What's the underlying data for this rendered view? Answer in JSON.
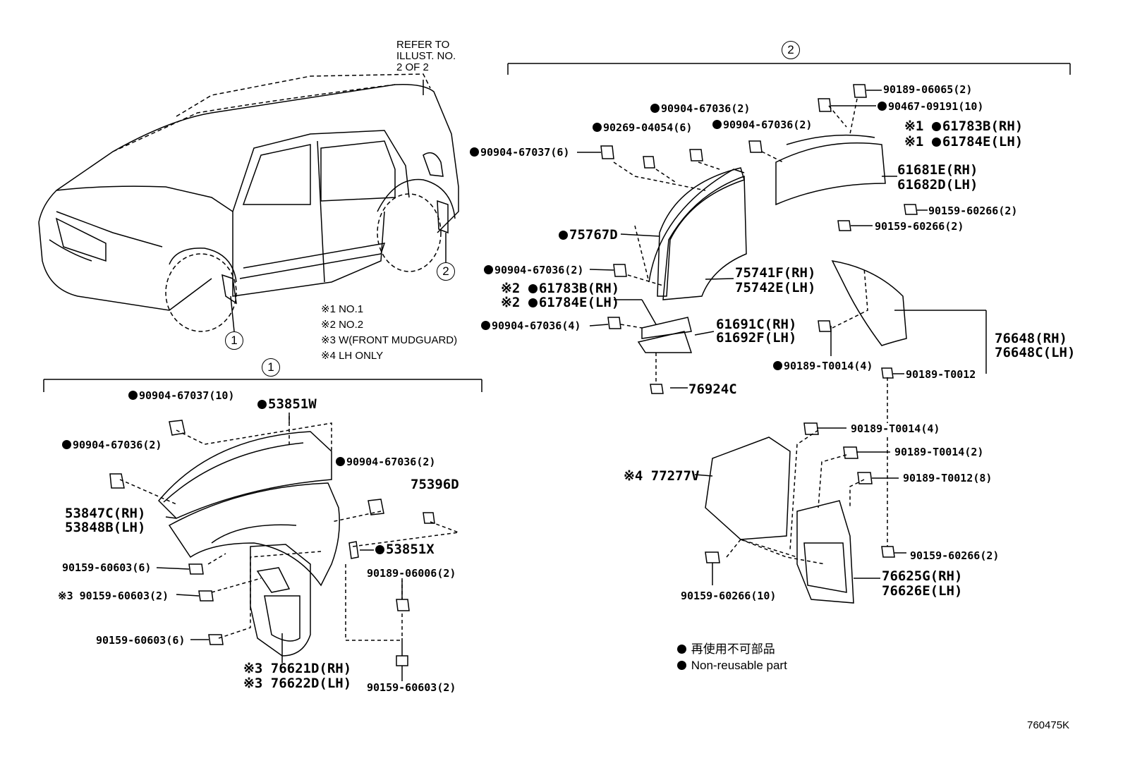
{
  "diagram": {
    "callouts": {
      "one": "1",
      "two": "2"
    },
    "refer_to": "REFER TO\nILLUST. NO.\n2 OF 2",
    "notes": [
      "※1 NO.1",
      "※2 NO.2",
      "※3 W(FRONT MUDGUARD)",
      "※4 LH ONLY"
    ],
    "legend": {
      "ja": "再使用不可部品",
      "en": "Non-reusable part"
    },
    "image_code": "760475K",
    "group1_parts": {
      "p1": "90904-67037(10)",
      "p2": "53851W",
      "p3": "90904-67036(2)",
      "p4": "90904-67036(2)",
      "p5": "75396D",
      "p6": "53847C(RH)",
      "p7": "53848B(LH)",
      "p8": "53851X",
      "p9": "90159-60603(6)",
      "p10": "90189-06006(2)",
      "p11": "※3 90159-60603(2)",
      "p12": "90159-60603(6)",
      "p13": "※3 76621D(RH)",
      "p14": "※3 76622D(LH)",
      "p15": "90159-60603(2)"
    },
    "group2_parts": {
      "p1": "90904-67036(2)",
      "p2": "90269-04054(6)",
      "p3": "90904-67036(2)",
      "p4": "90904-67037(6)",
      "p5": "90189-06065(2)",
      "p6": "90467-09191(10)",
      "p7": "※1",
      "p8": "61783B(RH)",
      "p9": "※1",
      "p10": "61784E(LH)",
      "p11": "61681E(RH)",
      "p12": "61682D(LH)",
      "p13": "90159-60266(2)",
      "p14": "90159-60266(2)",
      "p15": "75767D",
      "p16": "90904-67036(2)",
      "p17": "75741F(RH)",
      "p18": "75742E(LH)",
      "p19": "※2",
      "p20": "61783B(RH)",
      "p21": "※2",
      "p22": "61784E(LH)",
      "p23": "90904-67036(4)",
      "p24": "61691C(RH)",
      "p25": "61692F(LH)",
      "p26": "76924C",
      "p27": "76648(RH)",
      "p28": "76648C(LH)",
      "p29": "90189-T0014(4)",
      "p30": "90189-T0012",
      "p31": "90189-T0014(4)",
      "p32": "90189-T0014(2)",
      "p33": "90189-T0012(8)",
      "p34": "※4 77277V",
      "p35": "90159-60266(2)",
      "p36": "90159-60266(10)",
      "p37": "76625G(RH)",
      "p38": "76626E(LH)"
    }
  }
}
